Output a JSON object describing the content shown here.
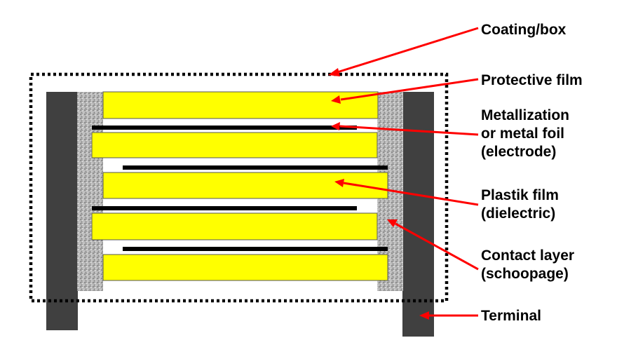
{
  "colors": {
    "terminal": "#404040",
    "film": "#ffff00",
    "film_border": "#555555",
    "electrode": "#000000",
    "arrow": "#ff0000",
    "coating_outline": "#000000",
    "contact_layer": "#b9b9b9"
  },
  "labels": {
    "coating": [
      "Coating/box"
    ],
    "protective_film": [
      "Protective film"
    ],
    "metallization": [
      "Metallization",
      "or metal foil",
      "(electrode)"
    ],
    "plastic_film": [
      "Plastik film",
      "(dielectric)"
    ],
    "contact_layer": [
      "Contact layer",
      "(schoopage)"
    ],
    "terminal": [
      "Terminal"
    ]
  }
}
